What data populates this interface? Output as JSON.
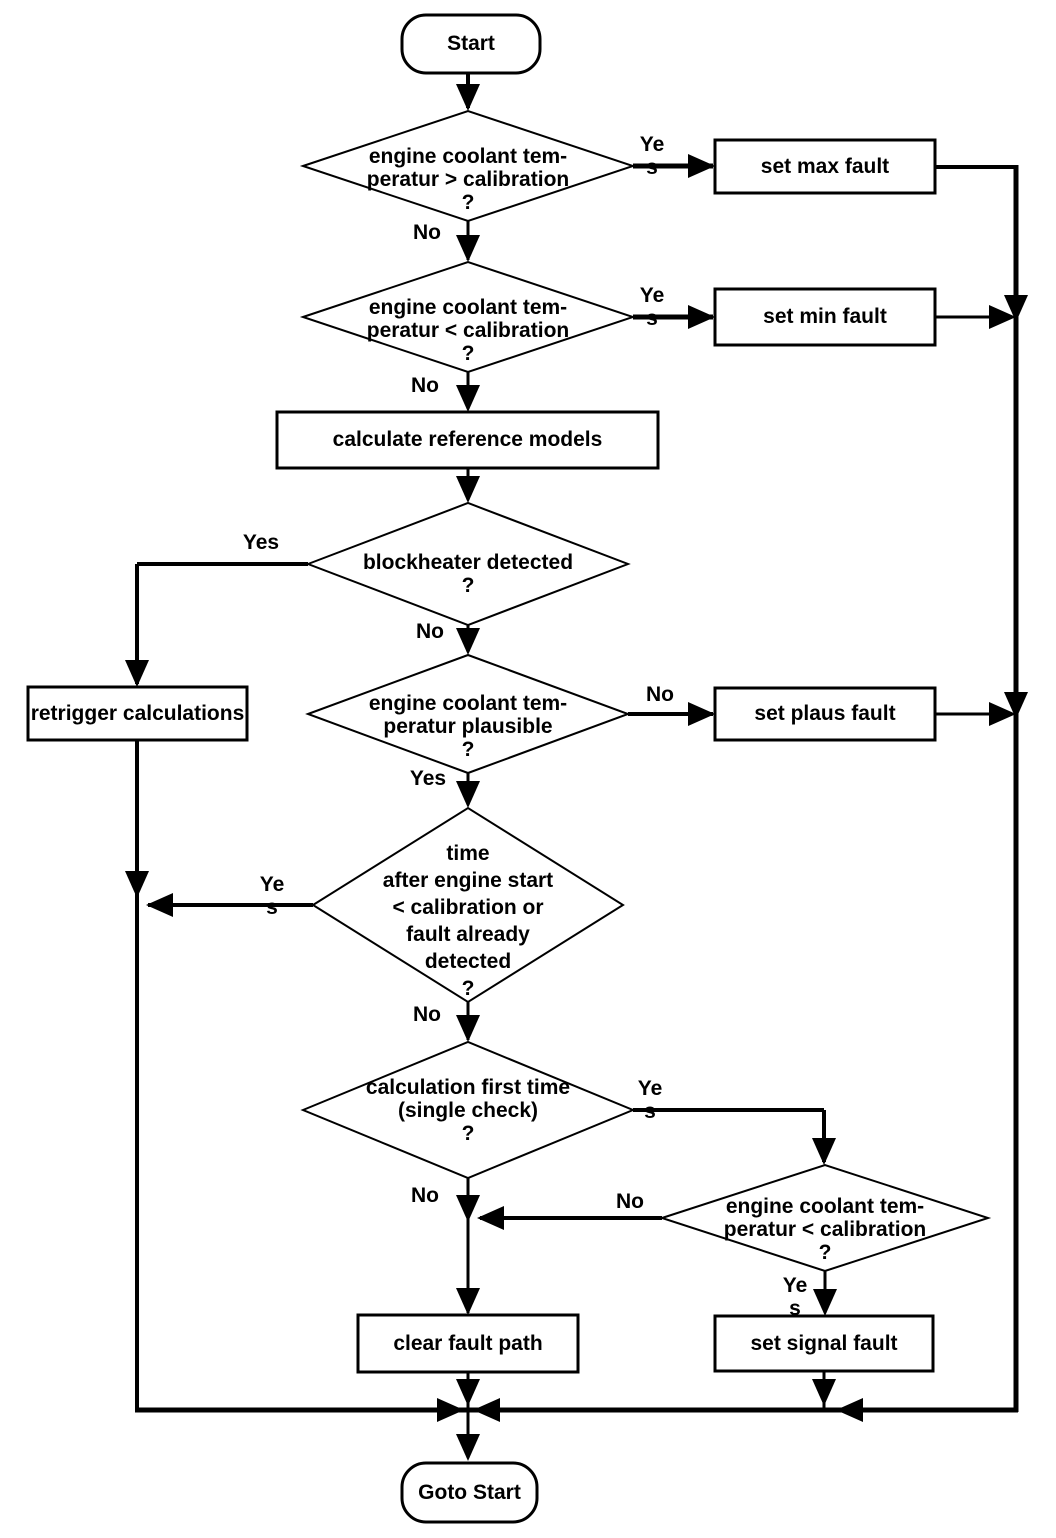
{
  "diagram": {
    "colors": {
      "stroke": "#000000",
      "background": "#ffffff",
      "text": "#000000"
    },
    "nodes": {
      "start": {
        "type": "terminator",
        "label": "Start"
      },
      "ect_gt_calibration": {
        "type": "decision",
        "label": "engine coolant tem-\nperatur > calibration\n?"
      },
      "set_max_fault": {
        "type": "process",
        "label": "set max fault"
      },
      "ect_lt_calibration": {
        "type": "decision",
        "label": "engine coolant tem-\nperatur < calibration\n?"
      },
      "set_min_fault": {
        "type": "process",
        "label": "set min fault"
      },
      "calculate_reference_models": {
        "type": "process",
        "label": "calculate reference models"
      },
      "blockheater_detected": {
        "type": "decision",
        "label": "blockheater detected\n?"
      },
      "retrigger_calculations": {
        "type": "process",
        "label": "retrigger calculations"
      },
      "ect_plausible": {
        "type": "decision",
        "label": "engine coolant tem-\nperatur plausible\n?"
      },
      "set_plaus_fault": {
        "type": "process",
        "label": "set plaus fault"
      },
      "time_after_engine_start": {
        "type": "decision",
        "label": "time\nafter engine start\n< calibration or\nfault already\ndetected\n?"
      },
      "calculation_first_time": {
        "type": "decision",
        "label": "calculation first time\n(single check)\n?"
      },
      "ect_lt_calibration_2": {
        "type": "decision",
        "label": "engine coolant tem-\nperatur < calibration\n?"
      },
      "clear_fault_path": {
        "type": "process",
        "label": "clear fault path"
      },
      "set_signal_fault": {
        "type": "process",
        "label": "set signal fault"
      },
      "goto_start": {
        "type": "terminator",
        "label": "Goto Start"
      }
    },
    "edge_labels": {
      "d1_yes": "Ye\ns",
      "d1_no": "No",
      "d2_yes": "Ye\ns",
      "d2_no": "No",
      "bh_yes": "Yes",
      "bh_no": "No",
      "pl_no": "No",
      "pl_yes": "Yes",
      "time_yes": "Ye\ns",
      "time_no": "No",
      "cf_yes": "Ye\ns",
      "cf_no": "No",
      "ect2_no": "No",
      "ect2_yes": "Ye\ns"
    }
  }
}
